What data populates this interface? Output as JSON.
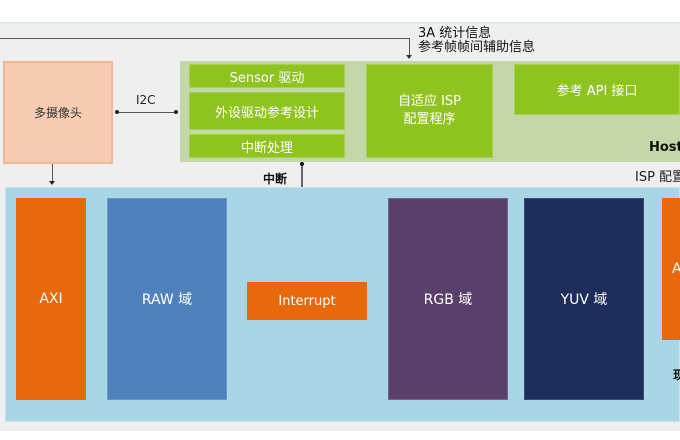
{
  "diagram": {
    "top_label": {
      "line1": "3A 统计信息",
      "line2": "参考帧帧间辅助信息"
    },
    "camera": {
      "label": "多摄像头"
    },
    "i2c_label": "I2C",
    "host": {
      "label": "Host",
      "driver_blocks": [
        {
          "label": "Sensor 驱动"
        },
        {
          "label": "外设驱动参考设计"
        },
        {
          "label": "中断处理"
        }
      ],
      "isp_config": {
        "line1": "自适应 ISP",
        "line2": "配置程序"
      },
      "api": {
        "label": "参考 API 接口"
      }
    },
    "interrupt_label": "中断",
    "isp_config_label": "ISP 配置",
    "soc": {
      "axi": {
        "label": "AXI"
      },
      "raw": {
        "label": "RAW 域"
      },
      "interrupt": {
        "label": "Interrupt"
      },
      "rgb": {
        "label": "RGB 域"
      },
      "yuv": {
        "label": "YUV 域"
      },
      "right_block": {
        "label": "A"
      },
      "right_partial_label": "现"
    },
    "colors": {
      "camera": "#f6cdb2",
      "host_bg": "#c3d7a9",
      "green_block": "#8fc31f",
      "soc_bg": "#a9d6e5",
      "axi": "#e8680c",
      "raw": "#4f81bd",
      "interrupt": "#e8680c",
      "rgb": "#5b3f6b",
      "yuv": "#1e2d5a"
    }
  }
}
